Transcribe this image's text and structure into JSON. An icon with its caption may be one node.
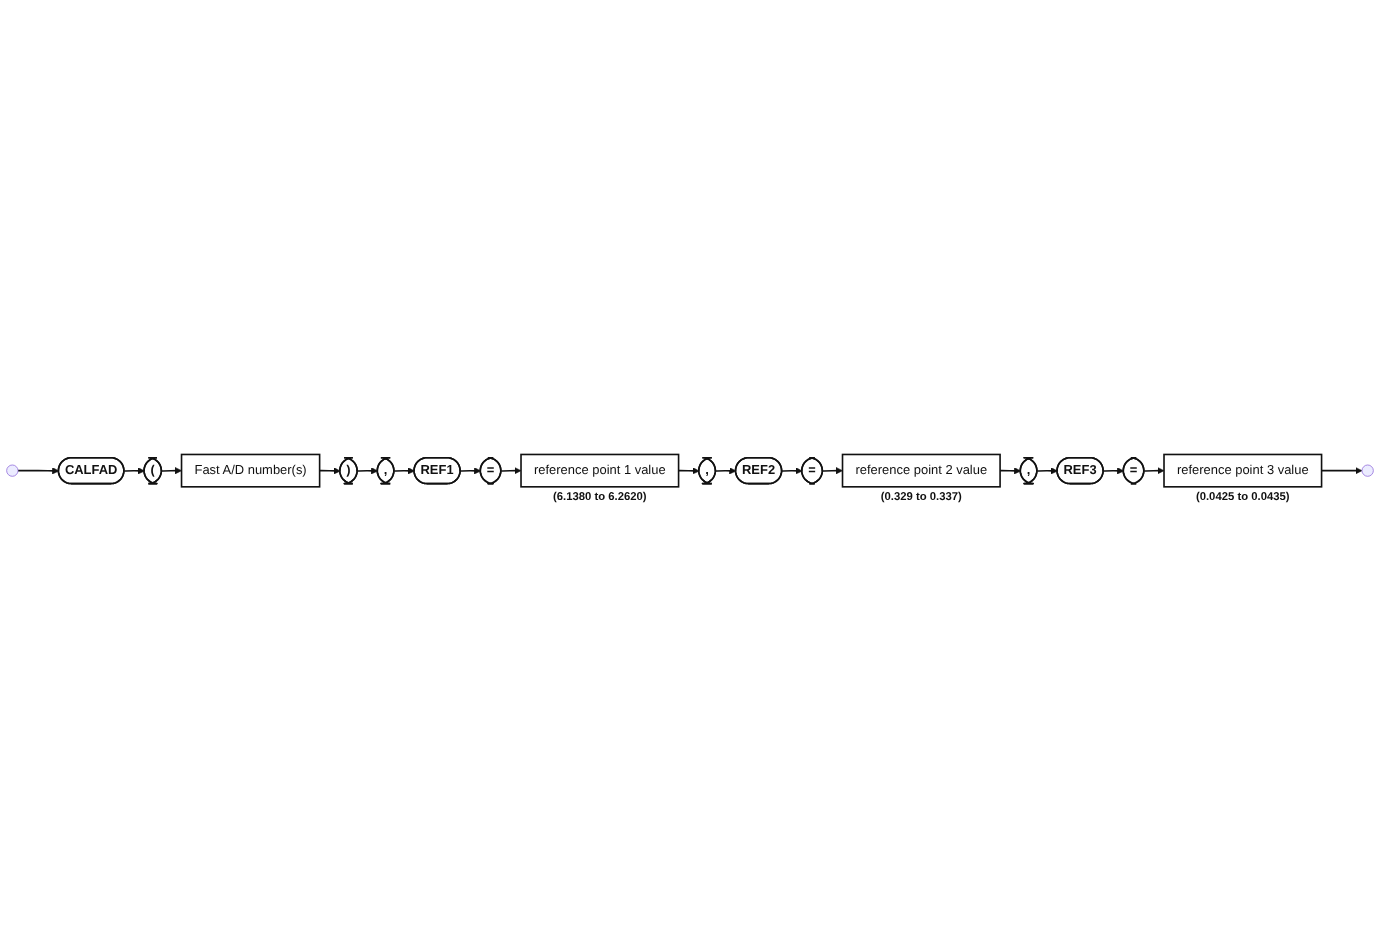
{
  "diagram": {
    "nodes": [
      {
        "text": [
          "CALFAD"
        ]
      },
      {
        "text": [
          "("
        ]
      },
      {
        "text": [
          "Fast A/D number(s)"
        ]
      },
      {
        "text": [
          ")"
        ]
      },
      {
        "text": [
          ","
        ]
      },
      {
        "text": [
          "REF1"
        ]
      },
      {
        "text": [
          "="
        ]
      },
      {
        "text": [
          "reference point 1 value"
        ],
        "beside": [
          "(6.1380 to 6.2620)"
        ]
      },
      {
        "text": [
          ","
        ]
      },
      {
        "text": [
          "REF2"
        ]
      },
      {
        "text": [
          "="
        ]
      },
      {
        "text": [
          "reference point 2 value"
        ],
        "beside": [
          "(0.329 to 0.337)"
        ]
      },
      {
        "text": [
          ","
        ]
      },
      {
        "text": [
          "REF3"
        ]
      },
      {
        "text": [
          "="
        ]
      },
      {
        "text": [
          "reference point 3 value"
        ],
        "beside": [
          "(0.0425 to 0.0435)"
        ]
      }
    ],
    "edges": [
      {
        "from": null,
        "to": 0,
        "arrow": "to"
      },
      {
        "from": 0,
        "to": 1,
        "arrow": "to"
      },
      {
        "from": 1,
        "to": 2,
        "arrow": "to"
      },
      {
        "from": 2,
        "to": 3,
        "arrow": "to"
      },
      {
        "from": 3,
        "to": 4,
        "arrow": "to"
      },
      {
        "from": 4,
        "to": 5,
        "arrow": "to"
      },
      {
        "from": 5,
        "to": 6,
        "arrow": "to"
      },
      {
        "from": 6,
        "to": 7,
        "arrow": "to"
      },
      {
        "from": 7,
        "to": 8,
        "arrow": "to"
      },
      {
        "from": 8,
        "to": 9,
        "arrow": "to"
      },
      {
        "from": 9,
        "to": 10,
        "arrow": "to"
      },
      {
        "from": 10,
        "to": 11,
        "arrow": "to"
      },
      {
        "from": 11,
        "to": 12,
        "arrow": "to"
      },
      {
        "from": 12,
        "to": 13,
        "arrow": "to"
      },
      {
        "from": 13,
        "to": 14,
        "arrow": "to"
      },
      {
        "from": 14,
        "to": 15,
        "arrow": "to"
      },
      {
        "from": 15,
        "to": null,
        "arrow": "to"
      }
    ]
  }
}
